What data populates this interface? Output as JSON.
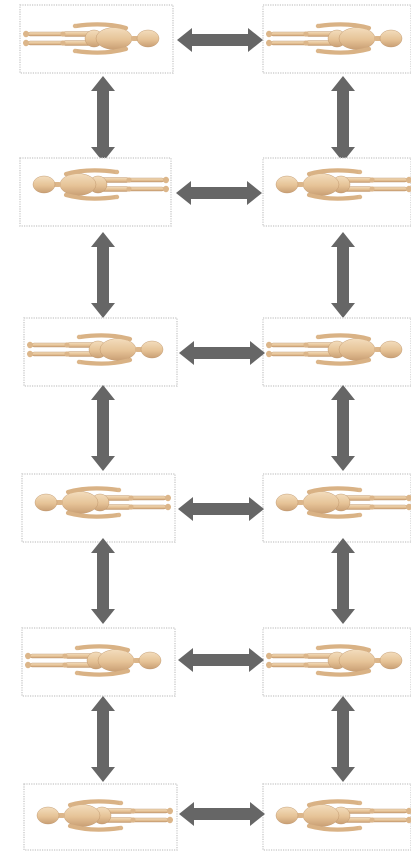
{
  "diagram": {
    "columns": 2,
    "rows": 6,
    "panels": [
      {
        "row": 0,
        "col": 0,
        "figure": "wooden-mannequin",
        "head": "right"
      },
      {
        "row": 0,
        "col": 1,
        "figure": "wooden-mannequin",
        "head": "right"
      },
      {
        "row": 1,
        "col": 0,
        "figure": "wooden-mannequin",
        "head": "left"
      },
      {
        "row": 1,
        "col": 1,
        "figure": "wooden-mannequin",
        "head": "left"
      },
      {
        "row": 2,
        "col": 0,
        "figure": "wooden-mannequin",
        "head": "right"
      },
      {
        "row": 2,
        "col": 1,
        "figure": "wooden-mannequin",
        "head": "right"
      },
      {
        "row": 3,
        "col": 0,
        "figure": "wooden-mannequin",
        "head": "left"
      },
      {
        "row": 3,
        "col": 1,
        "figure": "wooden-mannequin",
        "head": "left"
      },
      {
        "row": 4,
        "col": 0,
        "figure": "wooden-mannequin",
        "head": "right"
      },
      {
        "row": 4,
        "col": 1,
        "figure": "wooden-mannequin",
        "head": "right"
      },
      {
        "row": 5,
        "col": 0,
        "figure": "wooden-mannequin",
        "head": "left"
      },
      {
        "row": 5,
        "col": 1,
        "figure": "wooden-mannequin",
        "head": "left"
      }
    ],
    "connectors": {
      "horizontal": "double-headed-arrow",
      "vertical": "double-headed-arrow"
    }
  },
  "colors": {
    "arrow": "#666666",
    "panel_border": "#cfcfcf",
    "wood": "#e9c9a0",
    "wood_shade": "#caa177",
    "background": "#ffffff"
  }
}
